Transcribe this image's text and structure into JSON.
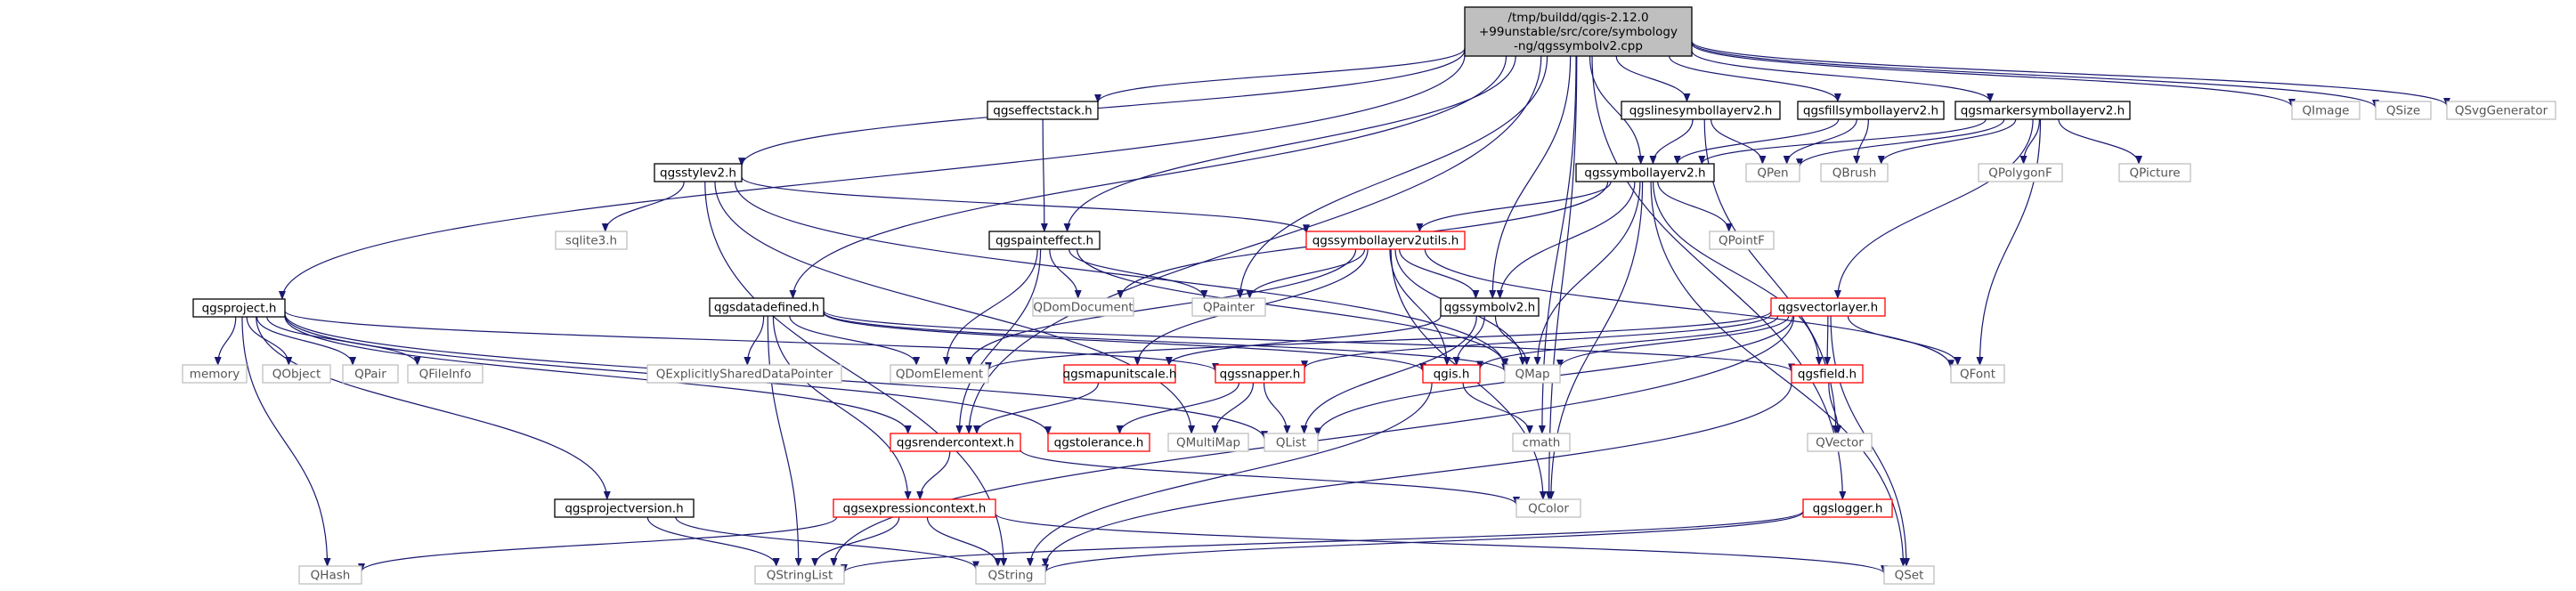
{
  "graph": {
    "colors": {
      "edge": "#191970",
      "root_fill": "#bfbfbf",
      "root_stroke": "#000000",
      "internal_stroke": "#000000",
      "truncated_stroke": "#ff0000",
      "external_stroke": "#bfbfbf",
      "external_text": "#555555",
      "text": "#000000",
      "box_fill": "#ffffff"
    },
    "nodes": [
      {
        "id": "root",
        "lines": [
          "/tmp/buildd/qgis-2.12.0",
          "+99unstable/src/core/symbology",
          "-ng/qgssymbolv2.cpp"
        ],
        "kind": "root"
      },
      {
        "id": "qgsproject",
        "lines": [
          "qgsproject.h"
        ],
        "kind": "internal"
      },
      {
        "id": "qgsstylev2",
        "lines": [
          "qgsstylev2.h"
        ],
        "kind": "internal"
      },
      {
        "id": "qgseffectstack",
        "lines": [
          "qgseffectstack.h"
        ],
        "kind": "internal"
      },
      {
        "id": "qgslinesymbollayerv2",
        "lines": [
          "qgslinesymbollayerv2.h"
        ],
        "kind": "internal"
      },
      {
        "id": "qgsfillsymbollayerv2",
        "lines": [
          "qgsfillsymbollayerv2.h"
        ],
        "kind": "internal"
      },
      {
        "id": "qgsmarkersymbollayerv2",
        "lines": [
          "qgsmarkersymbollayerv2.h"
        ],
        "kind": "internal"
      },
      {
        "id": "QImage",
        "lines": [
          "QImage"
        ],
        "kind": "external"
      },
      {
        "id": "QSize",
        "lines": [
          "QSize"
        ],
        "kind": "external"
      },
      {
        "id": "QSvgGenerator",
        "lines": [
          "QSvgGenerator"
        ],
        "kind": "external"
      },
      {
        "id": "qgssymbollayerv2",
        "lines": [
          "qgssymbollayerv2.h"
        ],
        "kind": "internal"
      },
      {
        "id": "QPen",
        "lines": [
          "QPen"
        ],
        "kind": "external"
      },
      {
        "id": "QBrush",
        "lines": [
          "QBrush"
        ],
        "kind": "external"
      },
      {
        "id": "QPolygonF",
        "lines": [
          "QPolygonF"
        ],
        "kind": "external"
      },
      {
        "id": "QPicture",
        "lines": [
          "QPicture"
        ],
        "kind": "external"
      },
      {
        "id": "sqlite3",
        "lines": [
          "sqlite3.h"
        ],
        "kind": "external"
      },
      {
        "id": "qgspainteffect",
        "lines": [
          "qgspainteffect.h"
        ],
        "kind": "internal"
      },
      {
        "id": "qgssymbollayerv2utils",
        "lines": [
          "qgssymbollayerv2utils.h"
        ],
        "kind": "truncated"
      },
      {
        "id": "QPointF",
        "lines": [
          "QPointF"
        ],
        "kind": "external"
      },
      {
        "id": "QDomDocument",
        "lines": [
          "QDomDocument"
        ],
        "kind": "external"
      },
      {
        "id": "QPainter",
        "lines": [
          "QPainter"
        ],
        "kind": "external"
      },
      {
        "id": "qgssymbolv2",
        "lines": [
          "qgssymbolv2.h"
        ],
        "kind": "internal"
      },
      {
        "id": "qgsvectorlayer",
        "lines": [
          "qgsvectorlayer.h"
        ],
        "kind": "truncated"
      },
      {
        "id": "qgsdatadefined",
        "lines": [
          "qgsdatadefined.h"
        ],
        "kind": "internal"
      },
      {
        "id": "memory",
        "lines": [
          "memory"
        ],
        "kind": "external"
      },
      {
        "id": "QObject",
        "lines": [
          "QObject"
        ],
        "kind": "external"
      },
      {
        "id": "QPair",
        "lines": [
          "QPair"
        ],
        "kind": "external"
      },
      {
        "id": "QFileInfo",
        "lines": [
          "QFileInfo"
        ],
        "kind": "external"
      },
      {
        "id": "QExplicitlySharedDataPointer",
        "lines": [
          "QExplicitlySharedDataPointer"
        ],
        "kind": "external"
      },
      {
        "id": "QDomElement",
        "lines": [
          "QDomElement"
        ],
        "kind": "external"
      },
      {
        "id": "qgsmapunitscale",
        "lines": [
          "qgsmapunitscale.h"
        ],
        "kind": "truncated"
      },
      {
        "id": "qgssnapper",
        "lines": [
          "qgssnapper.h"
        ],
        "kind": "truncated"
      },
      {
        "id": "qgis",
        "lines": [
          "qgis.h"
        ],
        "kind": "truncated"
      },
      {
        "id": "QMap",
        "lines": [
          "QMap"
        ],
        "kind": "external"
      },
      {
        "id": "qgsfield",
        "lines": [
          "qgsfield.h"
        ],
        "kind": "truncated"
      },
      {
        "id": "QFont",
        "lines": [
          "QFont"
        ],
        "kind": "external"
      },
      {
        "id": "qgsrendercontext",
        "lines": [
          "qgsrendercontext.h"
        ],
        "kind": "truncated"
      },
      {
        "id": "qgstolerance",
        "lines": [
          "qgstolerance.h"
        ],
        "kind": "truncated"
      },
      {
        "id": "QMultiMap",
        "lines": [
          "QMultiMap"
        ],
        "kind": "external"
      },
      {
        "id": "QList",
        "lines": [
          "QList"
        ],
        "kind": "external"
      },
      {
        "id": "cmath",
        "lines": [
          "cmath"
        ],
        "kind": "external"
      },
      {
        "id": "QVector",
        "lines": [
          "QVector"
        ],
        "kind": "external"
      },
      {
        "id": "qgsprojectversion",
        "lines": [
          "qgsprojectversion.h"
        ],
        "kind": "internal"
      },
      {
        "id": "qgsexpressioncontext",
        "lines": [
          "qgsexpressioncontext.h"
        ],
        "kind": "truncated"
      },
      {
        "id": "QColor",
        "lines": [
          "QColor"
        ],
        "kind": "external"
      },
      {
        "id": "qgslogger",
        "lines": [
          "qgslogger.h"
        ],
        "kind": "truncated"
      },
      {
        "id": "QHash",
        "lines": [
          "QHash"
        ],
        "kind": "external"
      },
      {
        "id": "QStringList",
        "lines": [
          "QStringList"
        ],
        "kind": "external"
      },
      {
        "id": "QString",
        "lines": [
          "QString"
        ],
        "kind": "external"
      },
      {
        "id": "QSet",
        "lines": [
          "QSet"
        ],
        "kind": "external"
      }
    ],
    "edges": [
      [
        "root",
        "qgsproject"
      ],
      [
        "root",
        "qgsstylev2"
      ],
      [
        "root",
        "qgseffectstack"
      ],
      [
        "root",
        "qgslinesymbollayerv2"
      ],
      [
        "root",
        "qgsfillsymbollayerv2"
      ],
      [
        "root",
        "qgsmarkersymbollayerv2"
      ],
      [
        "root",
        "QImage"
      ],
      [
        "root",
        "QSize"
      ],
      [
        "root",
        "QSvgGenerator"
      ],
      [
        "root",
        "qgssymbollayerv2"
      ],
      [
        "root",
        "qgspainteffect"
      ],
      [
        "root",
        "qgssymbolv2"
      ],
      [
        "root",
        "QPainter"
      ],
      [
        "root",
        "qgsdatadefined"
      ],
      [
        "root",
        "QColor"
      ],
      [
        "root",
        "qgslogger"
      ],
      [
        "root",
        "cmath"
      ],
      [
        "root",
        "qgsrendercontext"
      ],
      [
        "qgseffectstack",
        "qgspainteffect"
      ],
      [
        "qgslinesymbollayerv2",
        "qgssymbollayerv2"
      ],
      [
        "qgslinesymbollayerv2",
        "QPen"
      ],
      [
        "qgslinesymbollayerv2",
        "QVector"
      ],
      [
        "qgsfillsymbollayerv2",
        "qgssymbollayerv2"
      ],
      [
        "qgsfillsymbollayerv2",
        "QPen"
      ],
      [
        "qgsfillsymbollayerv2",
        "QBrush"
      ],
      [
        "qgsmarkersymbollayerv2",
        "qgssymbollayerv2"
      ],
      [
        "qgsmarkersymbollayerv2",
        "QPen"
      ],
      [
        "qgsmarkersymbollayerv2",
        "QBrush"
      ],
      [
        "qgsmarkersymbollayerv2",
        "QPolygonF"
      ],
      [
        "qgsmarkersymbollayerv2",
        "QPicture"
      ],
      [
        "qgsmarkersymbollayerv2",
        "qgsvectorlayer"
      ],
      [
        "qgsmarkersymbollayerv2",
        "QFont"
      ],
      [
        "qgsstylev2",
        "sqlite3"
      ],
      [
        "qgsstylev2",
        "qgssymbollayerv2utils"
      ],
      [
        "qgsstylev2",
        "QMultiMap"
      ],
      [
        "qgsstylev2",
        "QMap"
      ],
      [
        "qgsstylev2",
        "QString"
      ],
      [
        "qgssymbollayerv2",
        "qgssymbollayerv2utils"
      ],
      [
        "qgssymbollayerv2",
        "QPointF"
      ],
      [
        "qgssymbollayerv2",
        "qgssymbolv2"
      ],
      [
        "qgssymbollayerv2",
        "QDomDocument"
      ],
      [
        "qgssymbollayerv2",
        "QMap"
      ],
      [
        "qgssymbollayerv2",
        "QColor"
      ],
      [
        "qgssymbollayerv2",
        "qgsfield"
      ],
      [
        "qgssymbollayerv2",
        "QSet"
      ],
      [
        "qgspainteffect",
        "QPainter"
      ],
      [
        "qgspainteffect",
        "QDomDocument"
      ],
      [
        "qgspainteffect",
        "QDomElement"
      ],
      [
        "qgspainteffect",
        "qgsrendercontext"
      ],
      [
        "qgspainteffect",
        "QMap"
      ],
      [
        "qgssymbollayerv2utils",
        "QPainter"
      ],
      [
        "qgssymbollayerv2utils",
        "qgssymbolv2"
      ],
      [
        "qgssymbollayerv2utils",
        "QMap"
      ],
      [
        "qgssymbollayerv2utils",
        "qgis"
      ],
      [
        "qgssymbollayerv2utils",
        "QFont"
      ],
      [
        "qgssymbollayerv2utils",
        "QColor"
      ],
      [
        "qgssymbollayerv2utils",
        "QDomElement"
      ],
      [
        "qgssymbollayerv2utils",
        "qgsmapunitscale"
      ],
      [
        "qgssymbolv2",
        "qgis"
      ],
      [
        "qgssymbolv2",
        "QMap"
      ],
      [
        "qgssymbolv2",
        "QList"
      ],
      [
        "qgssymbolv2",
        "qgsmapunitscale"
      ],
      [
        "qgsvectorlayer",
        "QMap"
      ],
      [
        "qgsvectorlayer",
        "qgis"
      ],
      [
        "qgsvectorlayer",
        "qgsfield"
      ],
      [
        "qgsvectorlayer",
        "QFont"
      ],
      [
        "qgsvectorlayer",
        "QSet"
      ],
      [
        "qgsvectorlayer",
        "QList"
      ],
      [
        "qgsvectorlayer",
        "qgssnapper"
      ],
      [
        "qgsvectorlayer",
        "QStringList"
      ],
      [
        "qgsvectorlayer",
        "QDomElement"
      ],
      [
        "qgsproject",
        "memory"
      ],
      [
        "qgsproject",
        "QObject"
      ],
      [
        "qgsproject",
        "QPair"
      ],
      [
        "qgsproject",
        "QFileInfo"
      ],
      [
        "qgsproject",
        "qgsprojectversion"
      ],
      [
        "qgsproject",
        "qgssnapper"
      ],
      [
        "qgsproject",
        "qgsrendercontext"
      ],
      [
        "qgsproject",
        "qgstolerance"
      ],
      [
        "qgsproject",
        "QHash"
      ],
      [
        "qgsproject",
        "QList"
      ],
      [
        "qgsdatadefined",
        "QExplicitlySharedDataPointer"
      ],
      [
        "qgsdatadefined",
        "QDomElement"
      ],
      [
        "qgsdatadefined",
        "qgsexpressioncontext"
      ],
      [
        "qgsdatadefined",
        "QMap"
      ],
      [
        "qgsdatadefined",
        "QStringList"
      ],
      [
        "qgsdatadefined",
        "qgsfield"
      ],
      [
        "qgsdatadefined",
        "qgis"
      ],
      [
        "qgsmapunitscale",
        "qgsrendercontext"
      ],
      [
        "qgssnapper",
        "qgstolerance"
      ],
      [
        "qgssnapper",
        "QMultiMap"
      ],
      [
        "qgssnapper",
        "QList"
      ],
      [
        "qgis",
        "cmath"
      ],
      [
        "qgis",
        "QString"
      ],
      [
        "qgsfield",
        "QVector"
      ],
      [
        "qgsfield",
        "QString"
      ],
      [
        "qgsrendercontext",
        "qgsexpressioncontext"
      ],
      [
        "qgsrendercontext",
        "QColor"
      ],
      [
        "qgsprojectversion",
        "QStringList"
      ],
      [
        "qgsprojectversion",
        "QString"
      ],
      [
        "qgsexpressioncontext",
        "QHash"
      ],
      [
        "qgsexpressioncontext",
        "QStringList"
      ],
      [
        "qgsexpressioncontext",
        "QString"
      ],
      [
        "qgsexpressioncontext",
        "QSet"
      ],
      [
        "qgslogger",
        "QString"
      ],
      [
        "qgslogger",
        "QStringList"
      ]
    ]
  }
}
